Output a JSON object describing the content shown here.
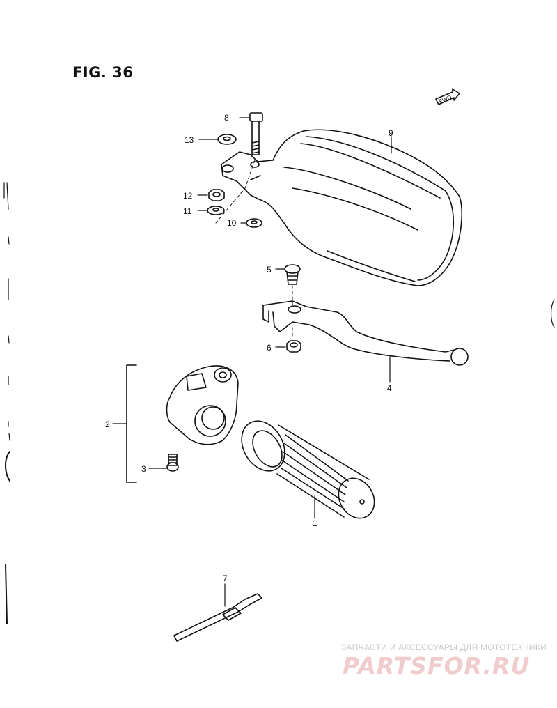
{
  "figure": {
    "title": "FIG. 36",
    "direction_label": "FWD"
  },
  "parts": [
    {
      "callout": "1"
    },
    {
      "callout": "2"
    },
    {
      "callout": "3"
    },
    {
      "callout": "4"
    },
    {
      "callout": "5"
    },
    {
      "callout": "6"
    },
    {
      "callout": "7"
    },
    {
      "callout": "8"
    },
    {
      "callout": "9"
    },
    {
      "callout": "10"
    },
    {
      "callout": "11"
    },
    {
      "callout": "12"
    },
    {
      "callout": "13"
    }
  ],
  "watermark": {
    "tagline": "ЗАПЧАСТИ И АКСЕССУАРЫ ДЛЯ МОТОТЕХНИКИ",
    "brand": "PARTSFOR.RU"
  },
  "colors": {
    "ink": "#111111",
    "watermark_red": "#f1cccc",
    "watermark_gray": "#c9c9c9"
  }
}
